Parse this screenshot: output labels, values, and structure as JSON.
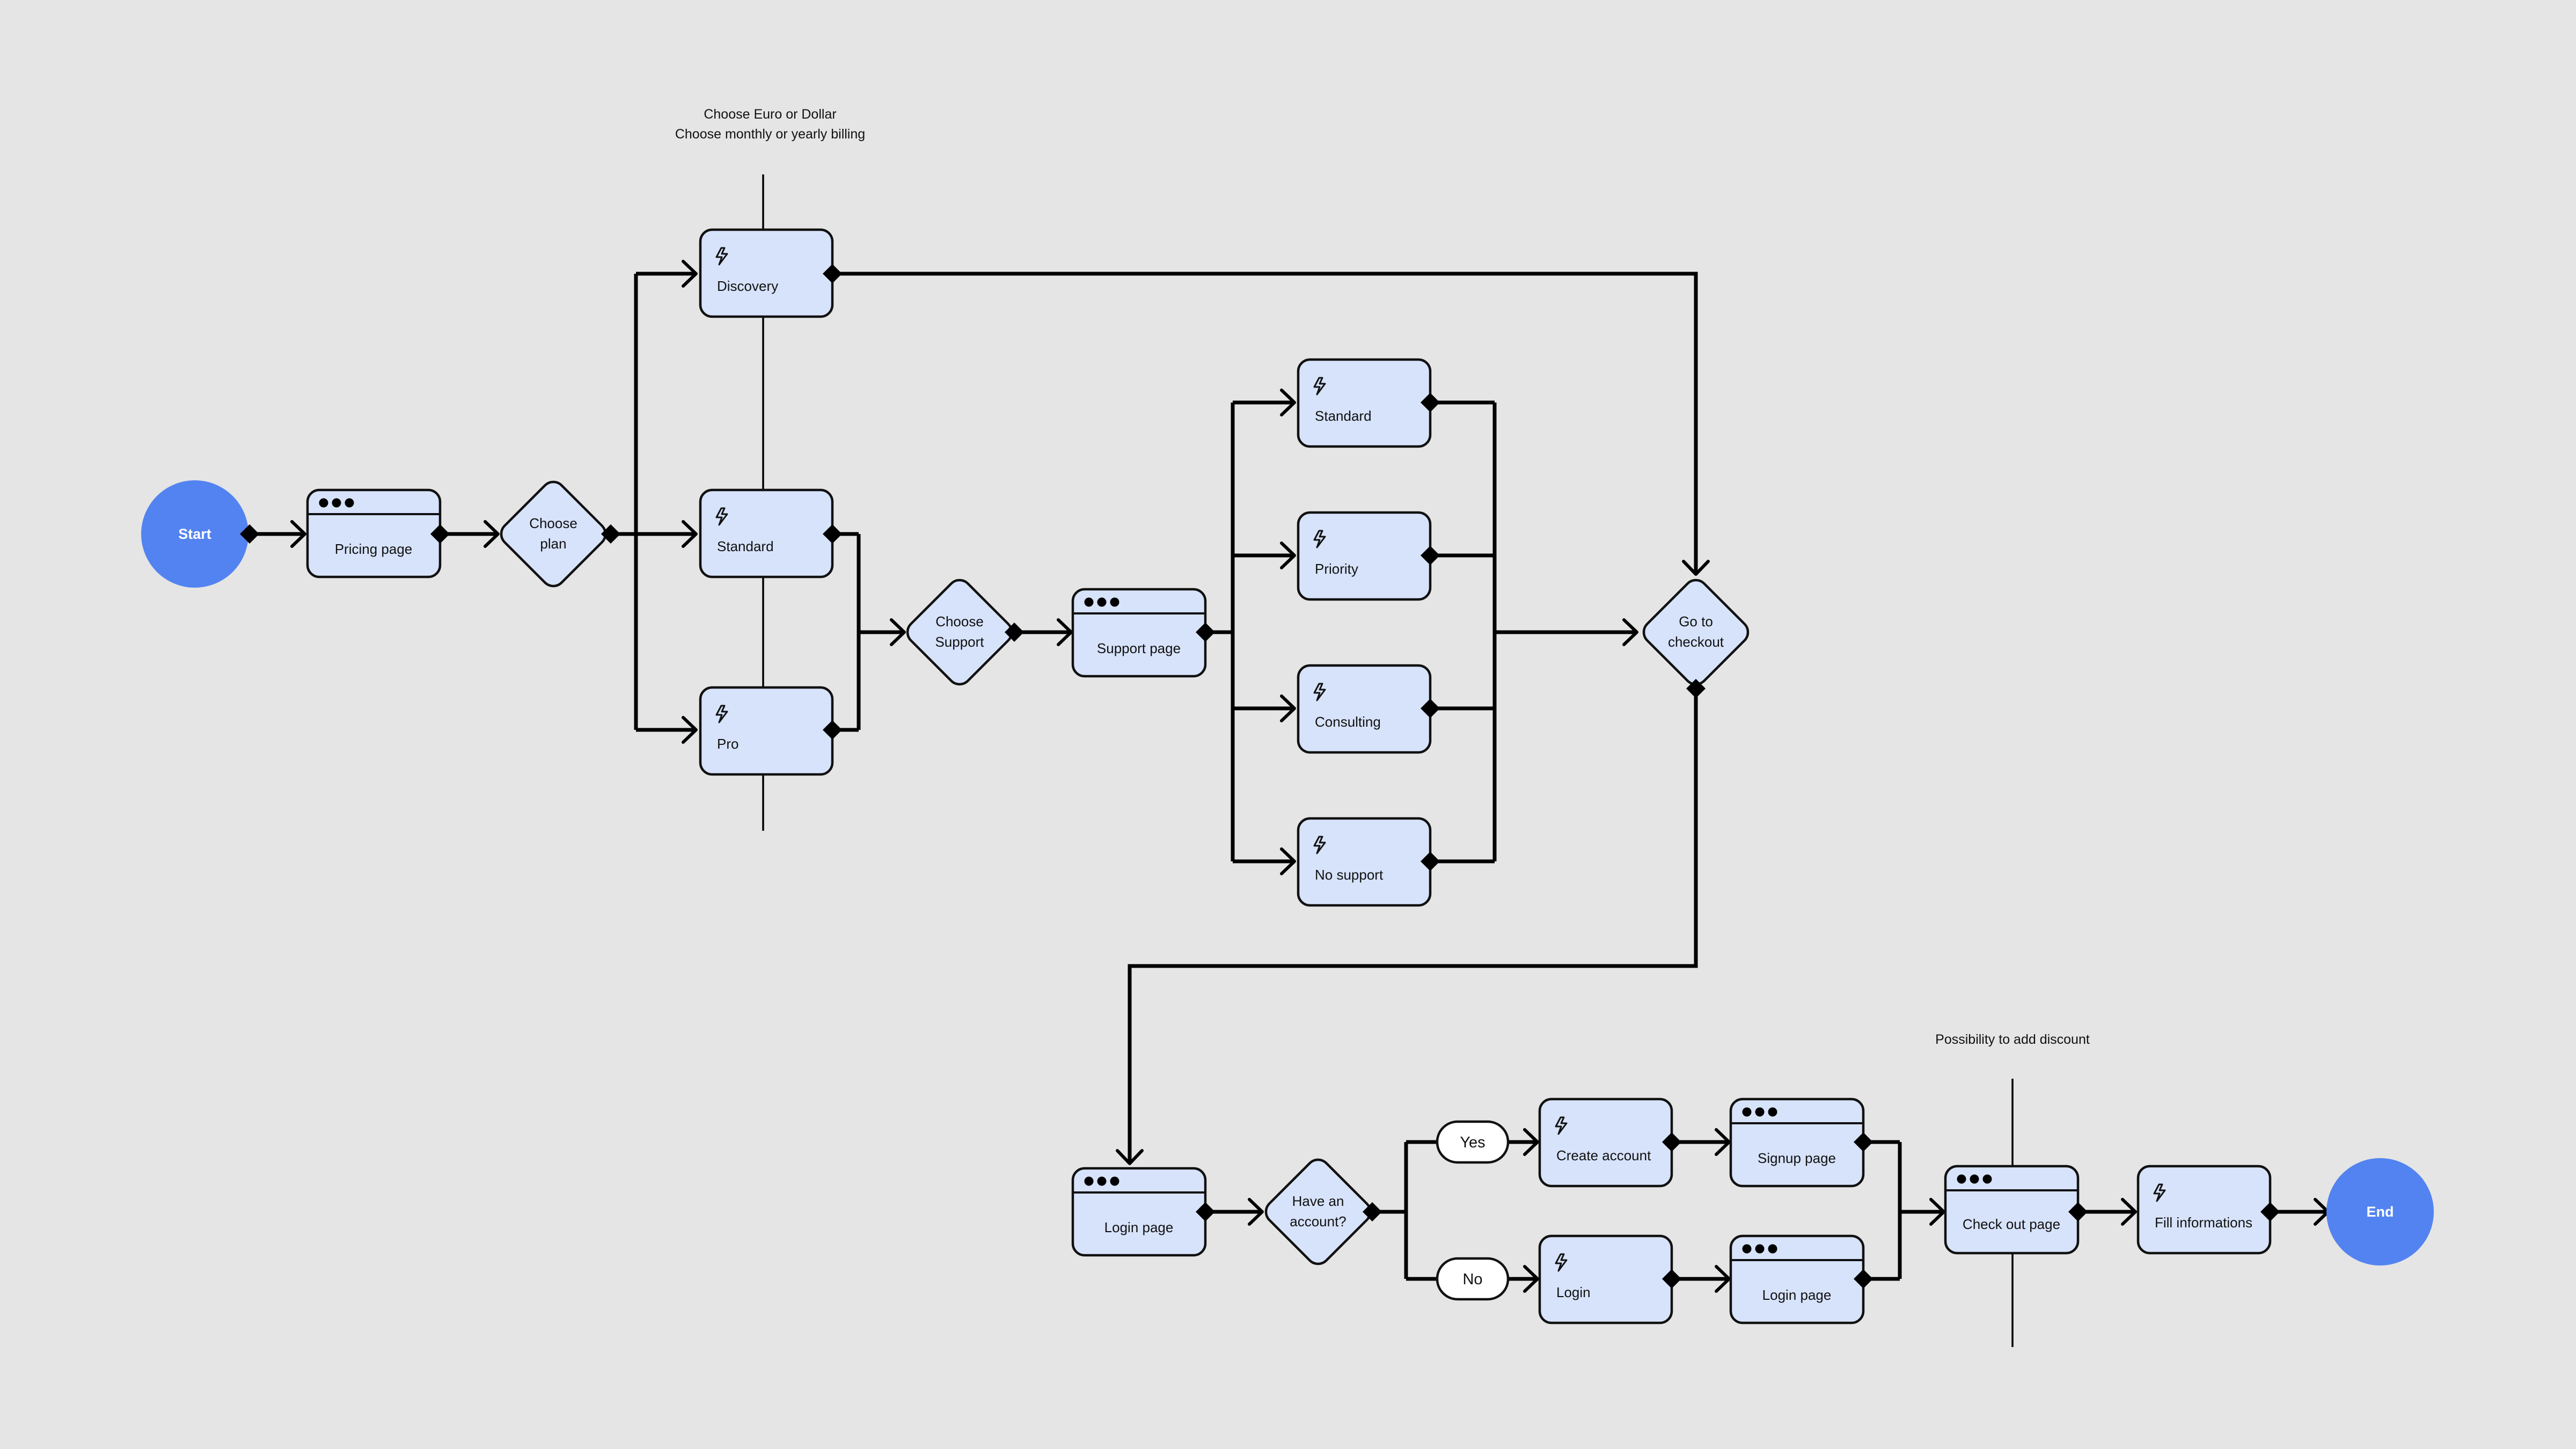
{
  "diagram": {
    "terminals": {
      "start": "Start",
      "end": "End"
    },
    "notes": {
      "currency": "Choose Euro or Dollar",
      "billing": "Choose monthly or yearly billing",
      "discount": "Possibility to add discount"
    },
    "pages": {
      "pricing": "Pricing page",
      "support": "Support page",
      "login": "Login page",
      "signup": "Signup page",
      "login_result": "Login page",
      "checkout": "Check out page"
    },
    "decisions": {
      "choose_plan": [
        "Choose",
        "plan"
      ],
      "choose_support": [
        "Choose",
        "Support"
      ],
      "go_checkout": [
        "Go to",
        "checkout"
      ],
      "have_account": [
        "Have an",
        "account?"
      ]
    },
    "actions": {
      "discovery": "Discovery",
      "standard_plan": "Standard",
      "pro": "Pro",
      "standard_support": "Standard",
      "priority": "Priority",
      "consulting": "Consulting",
      "no_support": "No support",
      "create_account": "Create account",
      "login_action": "Login",
      "fill_informations": "Fill informations"
    },
    "branches": {
      "yes": "Yes",
      "no": "No"
    },
    "icons": {
      "page": "window-dots-icon",
      "action": "lightning-icon"
    },
    "colors": {
      "terminal": "#5383f0",
      "node_fill": "#d7e3fb",
      "background": "#e5e5e5"
    }
  }
}
